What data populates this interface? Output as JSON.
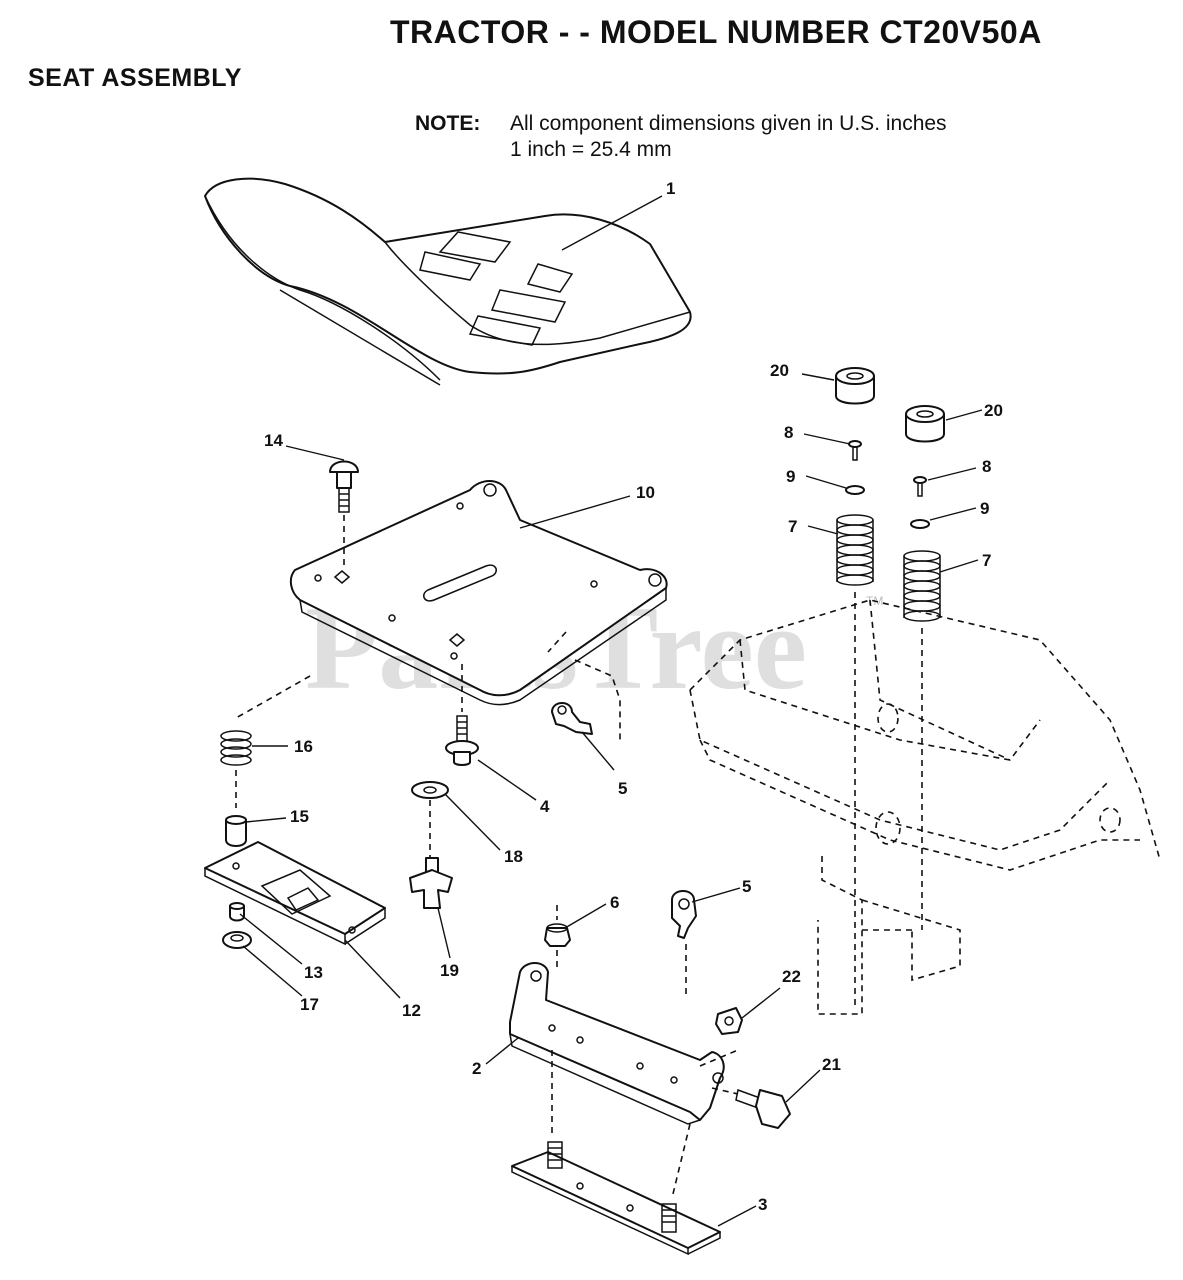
{
  "header": {
    "title": "TRACTOR - - MODEL NUMBER CT20V50A",
    "section": "SEAT ASSEMBLY",
    "note_label": "NOTE:",
    "note_line1": "All component dimensions given in U.S. inches",
    "note_line2": "1 inch = 25.4 mm"
  },
  "watermark": {
    "text": "PartsTree",
    "tm": "TM"
  },
  "callouts": {
    "c1": "1",
    "c2": "2",
    "c3": "3",
    "c4": "4",
    "c5a": "5",
    "c5b": "5",
    "c6": "6",
    "c7a": "7",
    "c7b": "7",
    "c8a": "8",
    "c8b": "8",
    "c9a": "9",
    "c9b": "9",
    "c10": "10",
    "c12": "12",
    "c13": "13",
    "c14": "14",
    "c15": "15",
    "c16": "16",
    "c17": "17",
    "c18": "18",
    "c19": "19",
    "c20a": "20",
    "c20b": "20",
    "c21": "21",
    "c22": "22"
  }
}
